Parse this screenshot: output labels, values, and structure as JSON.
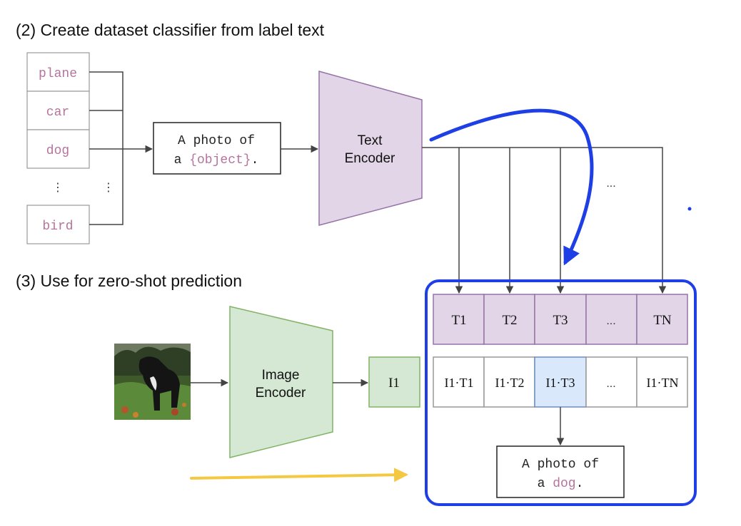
{
  "step2_title": "(2) Create dataset classifier from label text",
  "step3_title": "(3) Use for zero-shot prediction",
  "labels": [
    "plane",
    "car",
    "dog",
    "bird"
  ],
  "label_ellipsis": "⋮",
  "prompt_template": {
    "line1": "A photo of",
    "line2_prefix": "a ",
    "placeholder": "{object}",
    "line2_suffix": "."
  },
  "text_encoder": {
    "line1": "Text",
    "line2": "Encoder"
  },
  "image_encoder": {
    "line1": "Image",
    "line2": "Encoder"
  },
  "text_embedding_ellipsis": "...",
  "text_embeddings": [
    "T1",
    "T2",
    "T3",
    "...",
    "TN"
  ],
  "image_embedding": "I1",
  "similarities": [
    "I1·T1",
    "I1·T2",
    "I1·T3",
    "...",
    "I1·TN"
  ],
  "result": {
    "line1": "A photo of",
    "line2_prefix": "a ",
    "object": "dog",
    "line2_suffix": "."
  },
  "colors": {
    "label_text": "#b5739d",
    "text_encoder_fill": "#e1d5e7",
    "text_encoder_stroke": "#9673a6",
    "image_encoder_fill": "#d5e8d4",
    "image_encoder_stroke": "#82b366",
    "highlight_fill": "#dae8fc",
    "highlight_stroke": "#6c8ebf",
    "annotation_blue": "#1f3fe6",
    "annotation_yellow": "#f5c842",
    "line": "#444444"
  }
}
